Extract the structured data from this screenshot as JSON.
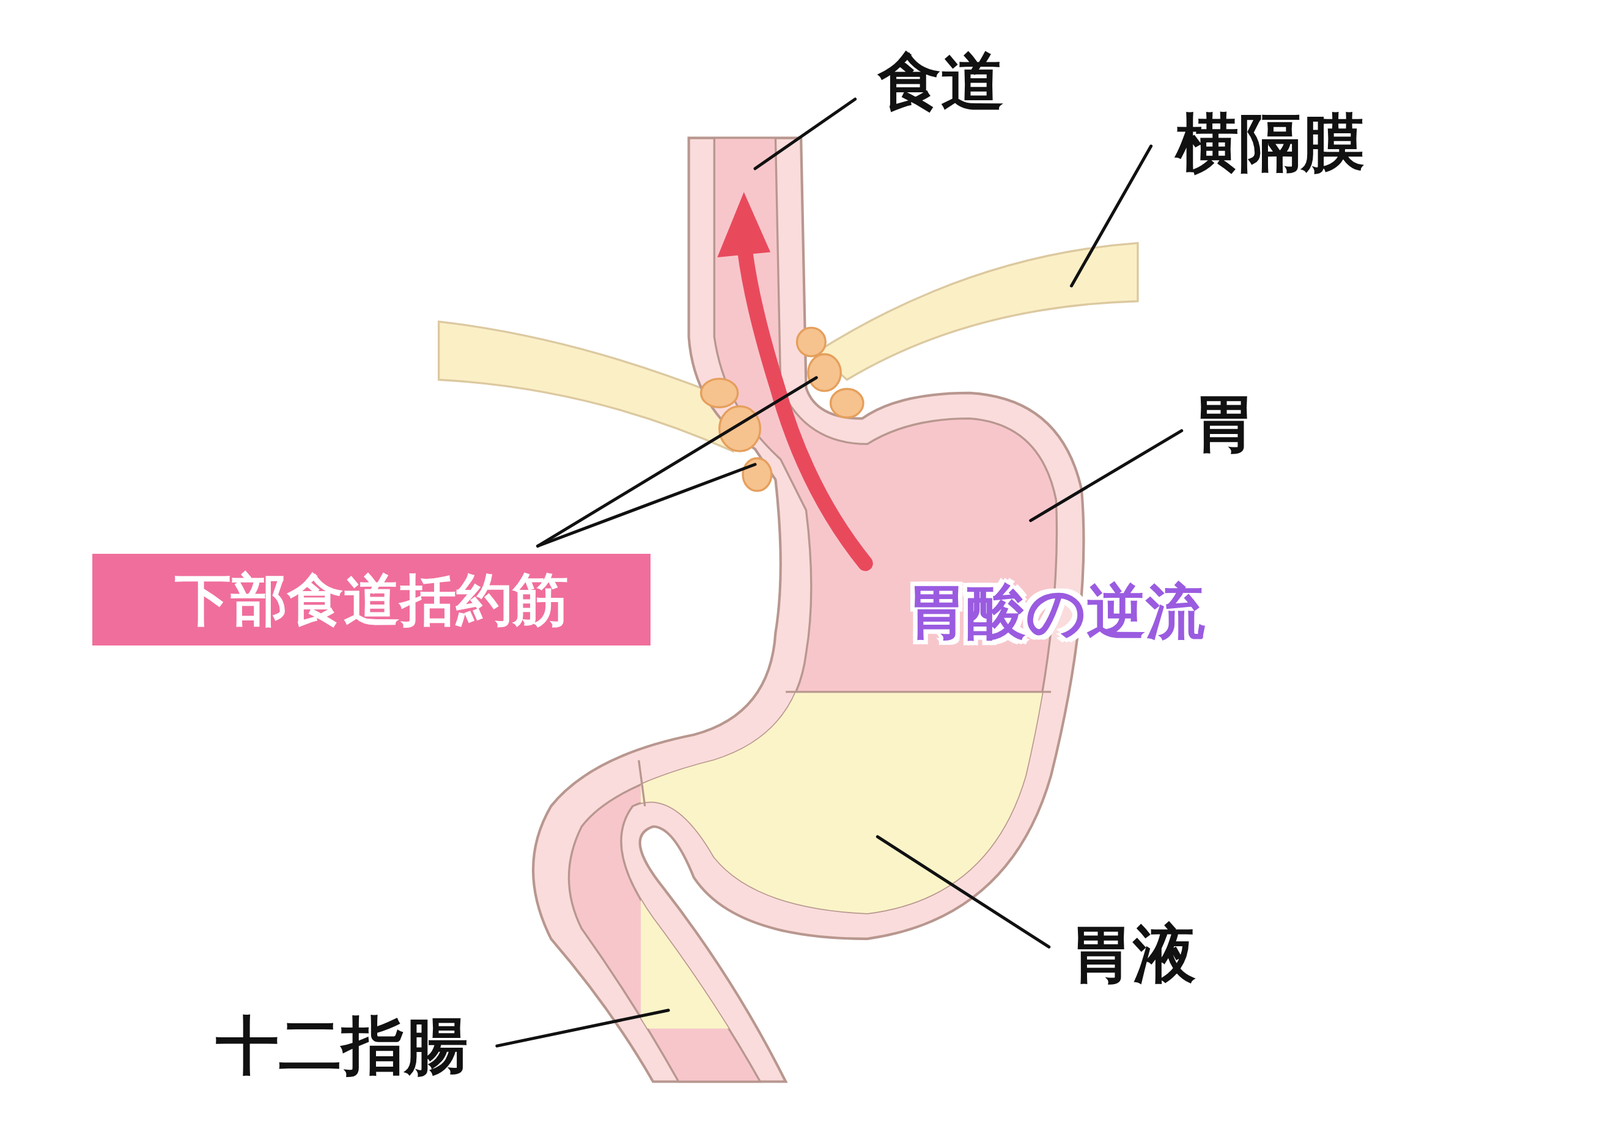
{
  "diagram": {
    "nodes": [
      {
        "text": [
          "下部食道括約筋"
        ]
      }
    ],
    "labels": [
      "食道",
      "横隔膜",
      "胃",
      "胃酸の逆流",
      "胃液",
      "十二指腸"
    ]
  }
}
